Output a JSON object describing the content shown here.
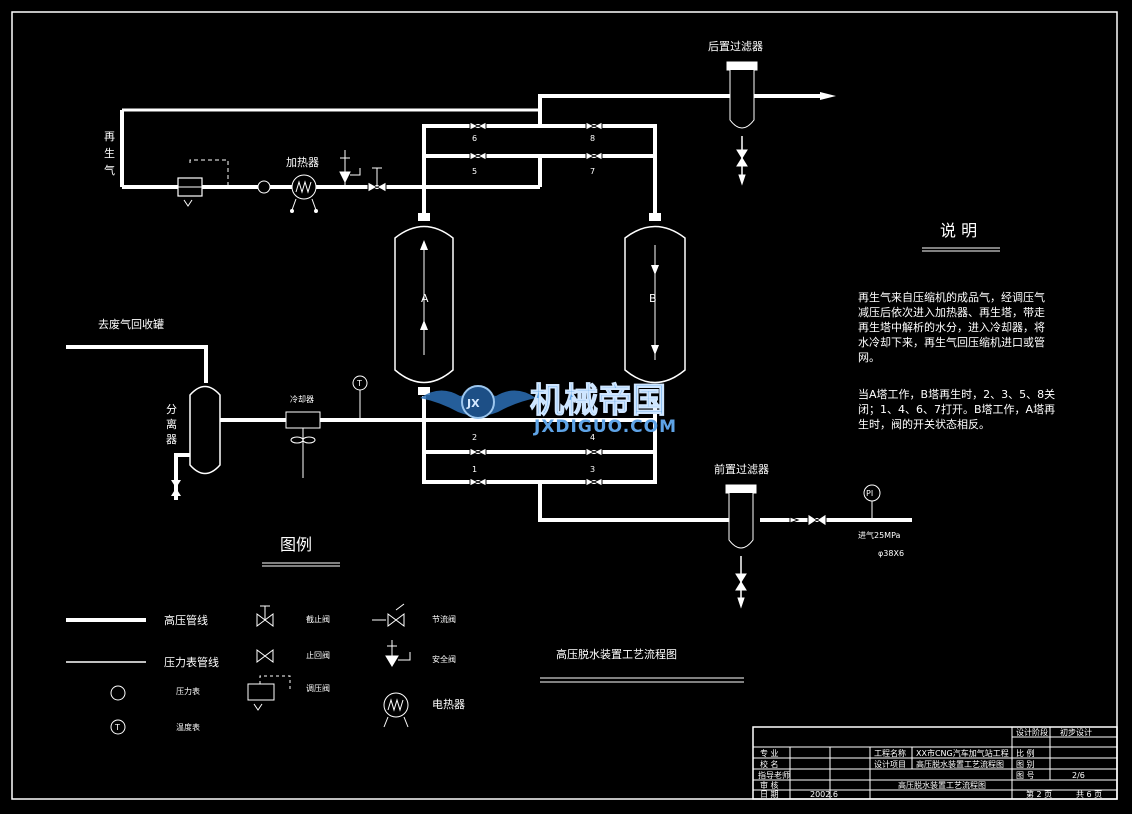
{
  "labels": {
    "rear_filter": "后置过滤器",
    "regen_gas": "再生气",
    "heater": "加热器",
    "waste_tank": "去废气回收罐",
    "separator": "分离器",
    "cooler": "冷却器",
    "front_filter": "前置过滤器",
    "inlet_gas": "进气25MPa",
    "pipe_spec": "φ38X6",
    "tower_a": "A",
    "tower_b": "B",
    "temp_symbol": "T",
    "pressure_symbol": "PI"
  },
  "valves": [
    "1",
    "2",
    "3",
    "4",
    "5",
    "6",
    "7",
    "8"
  ],
  "notes": {
    "heading": "说  明",
    "paragraph1_lines": [
      "再生气来自压缩机的成品气，经调压气",
      "减压后依次进入加热器、再生塔，带走",
      "再生塔中解析的水分，进入冷却器，将",
      "水冷却下来，再生气回压缩机进口或管",
      "网。"
    ],
    "paragraph2_lines": [
      "当A塔工作，B塔再生时，2、3、5、8关",
      "闭；1、4、6、7打开。B塔工作，A塔再",
      "生时，阀的开关状态相反。"
    ]
  },
  "legend": {
    "title": "图例",
    "high_pressure_line": "高压管线",
    "gauge_line": "压力表管线",
    "pressure_gauge": "压力表",
    "thermometer": "温度表",
    "globe_valve": "截止阀",
    "check_valve": "止回阀",
    "regulator": "调压阀",
    "throttle_valve": "节流阀",
    "safety_valve": "安全阀",
    "electric_heater": "电热器"
  },
  "drawing_title": "高压脱水装置工艺流程图",
  "watermark": {
    "cn": "机械帝国",
    "en": "JXDIGUO.COM"
  },
  "title_block": {
    "r1": [
      "设计阶段",
      "初步设计"
    ],
    "r2": [
      "专 业",
      "工程名称",
      "XX市CNG汽车加气站工程",
      "比 例"
    ],
    "r3": [
      "校 名",
      "设计项目",
      "高压脱水装置工艺流程图",
      "图 别"
    ],
    "r4": [
      "指导老师",
      "图 号",
      "2/6"
    ],
    "r5": [
      "审 核",
      "高压脱水装置工艺流程图"
    ],
    "r6": [
      "日 期",
      "2002.6",
      "第 2 页",
      "共 6 页"
    ]
  }
}
